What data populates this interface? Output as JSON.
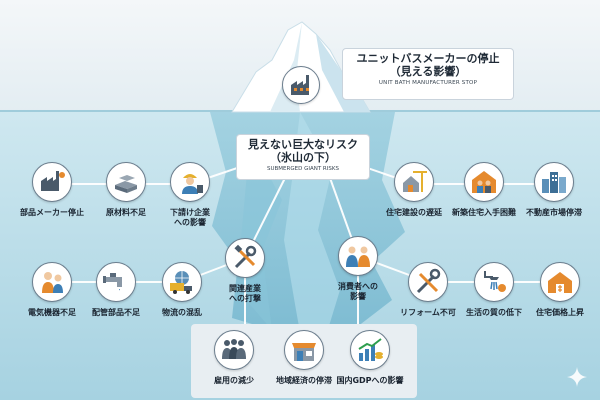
{
  "tip": {
    "title_line1": "ユニットバスメーカーの停止",
    "title_line2": "（見える影響）",
    "subtitle": "UNIT BATH MANUFACTURER STOP"
  },
  "risk": {
    "title_line1": "見えない巨大なリスク",
    "title_line2": "（氷山の下）",
    "subtitle": "SUBMERGED GIANT RISKS"
  },
  "nodes": {
    "parts_maker": {
      "icon": "factory-icon",
      "label": "部品メーカー停止"
    },
    "raw_material": {
      "icon": "metal-bars-icon",
      "label": "原材料不足"
    },
    "subcontractor": {
      "icon": "worker-icon",
      "label_line1": "下請け企業",
      "label_line2": "への影響"
    },
    "appliance": {
      "icon": "people-icon",
      "label": "電気機器不足"
    },
    "piping": {
      "icon": "faucet-icon",
      "label": "配管部品不足"
    },
    "logistics": {
      "icon": "truck-globe-icon",
      "label": "物流の混乱"
    },
    "related_industry": {
      "icon": "tools-icon",
      "label_line1": "関連産業",
      "label_line2": "への打撃"
    },
    "construction_delay": {
      "icon": "house-crane-icon",
      "label": "住宅建設の遅延"
    },
    "new_home": {
      "icon": "family-house-icon",
      "label": "新築住宅入手困難"
    },
    "real_estate": {
      "icon": "buildings-icon",
      "label": "不動産市場停滞"
    },
    "consumer": {
      "icon": "family-icon",
      "label_line1": "消費者への",
      "label_line2": "影響"
    },
    "reform": {
      "icon": "wrench-screwdriver-icon",
      "label": "リフォーム不可"
    },
    "quality_of_life": {
      "icon": "shower-icon",
      "label": "生活の質の低下"
    },
    "housing_price": {
      "icon": "price-house-icon",
      "label": "住宅価格上昇"
    },
    "employment": {
      "icon": "workers-group-icon",
      "label": "雇用の減少"
    },
    "regional_economy": {
      "icon": "shop-icon",
      "label": "地域経済の停滞"
    },
    "gdp": {
      "icon": "chart-coins-icon",
      "label": "国内GDPへの影響"
    },
    "top_factory": {
      "icon": "factory-icon"
    }
  },
  "colors": {
    "sky": "#eef4f7",
    "water_top": "#cfe6ee",
    "water_bottom": "#a8d3e2",
    "ice": "#ffffff",
    "ice_shade": "#b9dbe8",
    "icon_dark": "#3a4a5a",
    "accent_orange": "#e58a2e",
    "accent_blue": "#3d7fb6"
  }
}
